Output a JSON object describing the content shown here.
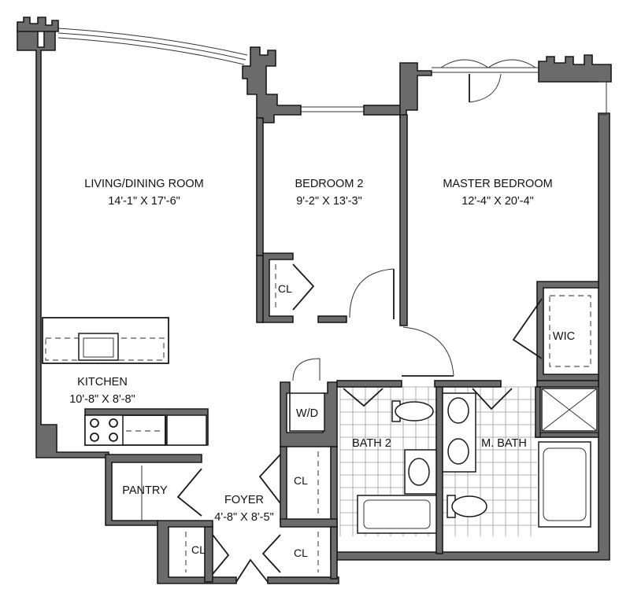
{
  "rooms": {
    "living": {
      "name": "LIVING/DINING ROOM",
      "dims": "14'-1\" X 17'-6\""
    },
    "bedroom2": {
      "name": "BEDROOM 2",
      "dims": "9'-2\" X 13'-3\""
    },
    "master": {
      "name": "MASTER BEDROOM",
      "dims": "12'-4\" X 20'-4\""
    },
    "kitchen": {
      "name": "KITCHEN",
      "dims": "10'-8\" X 8'-8\""
    },
    "foyer": {
      "name": "FOYER",
      "dims": "4'-8\" X 8'-5\""
    },
    "bath2": {
      "name": "BATH 2"
    },
    "mbath": {
      "name": "M. BATH"
    },
    "pantry": {
      "name": "PANTRY"
    },
    "wic": {
      "name": "WIC"
    },
    "wd": {
      "name": "W/D"
    },
    "cl_bedroom2": {
      "name": "CL"
    },
    "cl_foyer_right": {
      "name": "CL"
    },
    "cl_foyer_left": {
      "name": "CL"
    },
    "cl_foyer_bottom": {
      "name": "CL"
    }
  },
  "colors": {
    "wall": "#6b6b6b",
    "ink": "#1a1a1a",
    "tile": "#9a9a9a"
  }
}
